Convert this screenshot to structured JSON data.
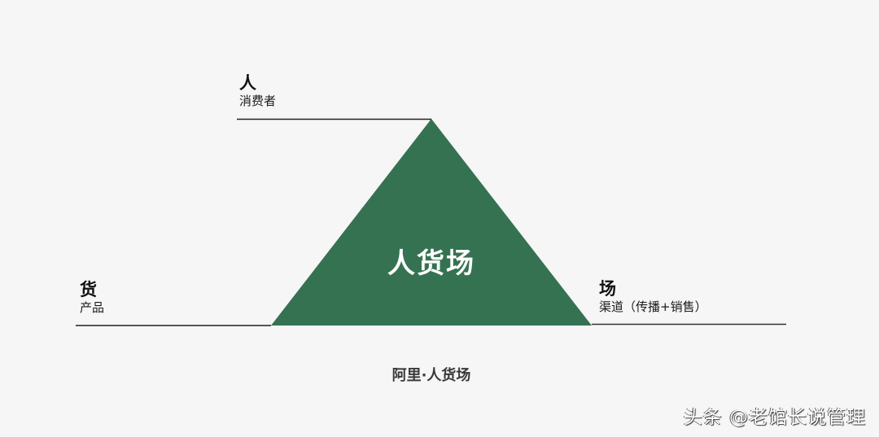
{
  "diagram": {
    "center_label": "人货场",
    "caption": "阿里·人货场",
    "triangle_color": "#357251",
    "line_color": "#222222",
    "nodes": {
      "top": {
        "title": "人",
        "subtitle": "消费者"
      },
      "left": {
        "title": "货",
        "subtitle": "产品"
      },
      "right": {
        "title": "场",
        "subtitle": "渠道（传播+销售）"
      }
    }
  },
  "watermark": {
    "text": "头条 @老馆长说管理"
  }
}
